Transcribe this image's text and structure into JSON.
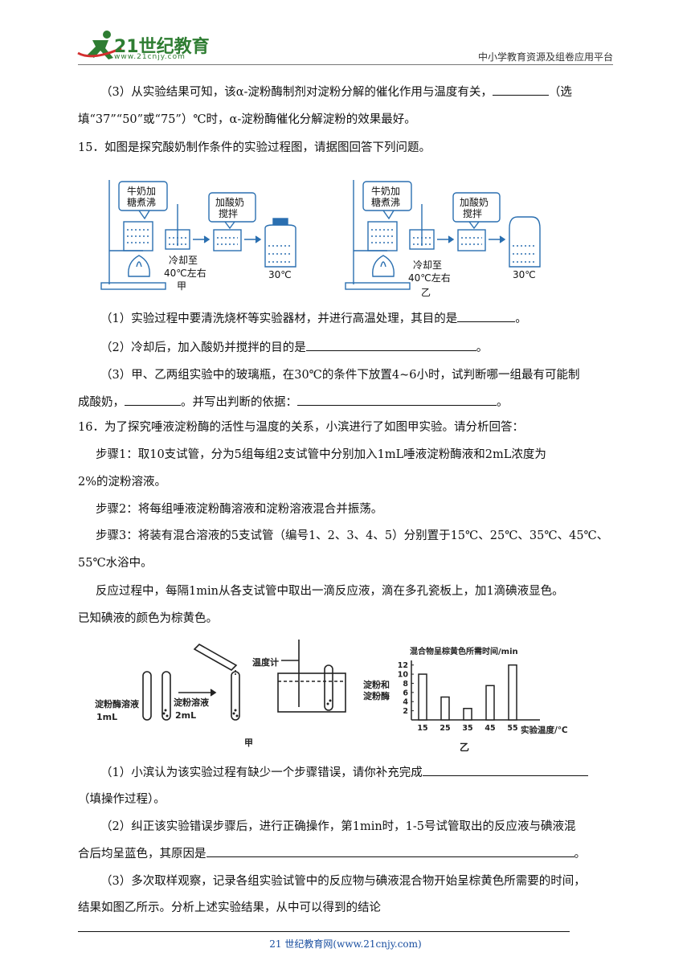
{
  "header": {
    "logo_main": "21世纪教育",
    "logo_sub": "www.21cnjy.com",
    "right_text": "中小学教育资源及组卷应用平台"
  },
  "q14": {
    "p3_line1_a": "（3）从实验结果可知，该α-淀粉酶制剂对淀粉分解的催化作用与温度有关，",
    "p3_line1_b": "（选",
    "p3_line2": "填“37”“50”或“75”）℃时，α-淀粉酶催化分解淀粉的效果最好。"
  },
  "q15": {
    "stem": "15．如图是探究酸奶制作条件的实验过程图，请据图回答下列问题。",
    "fig": {
      "jia": {
        "boil_label_1": "牛奶加",
        "boil_label_2": "糖煮沸",
        "add_label_1": "加酸奶",
        "add_label_2": "搅拌",
        "cool_1": "冷却至",
        "cool_2": "40℃左右",
        "temp": "30℃",
        "name": "甲"
      },
      "yi": {
        "boil_label_1": "牛奶加",
        "boil_label_2": "糖煮沸",
        "add_label_1": "加酸奶",
        "add_label_2": "搅拌",
        "cool_1": "冷却至",
        "cool_2": "40℃左右",
        "temp": "30℃",
        "name": "乙"
      }
    },
    "p1_a": "（1）实验过程中要清洗烧杯等实验器材，并进行高温处理，其目的是",
    "p1_b": "。",
    "p2_a": "（2）冷却后，加入酸奶并搅拌的目的是",
    "p2_b": "。",
    "p3_line1": "（3）甲、乙两组实验中的玻璃瓶，在30℃的条件下放置4~6小时，试判断哪一组最有可能制",
    "p3_line2_a": "成酸奶，",
    "p3_line2_b": "。并写出判断的依据：",
    "p3_line2_c": "。"
  },
  "q16": {
    "stem": "16．为了探究唾液淀粉酶的活性与温度的关系，小滨进行了如图甲实验。请分析回答：",
    "step1_line1": "步骤1：取10支试管，分为5组每组2支试管中分别加入1mL唾液淀粉酶液和2mL浓度为",
    "step1_line2": "2%的淀粉溶液。",
    "step2": "步骤2：将每组唾液淀粉酶溶液和淀粉溶液混合并振荡。",
    "step3_line1": "步骤3：将装有混合溶液的5支试管（编号1、2、3、4、5）分别置于15℃、25℃、35℃、45℃、",
    "step3_line2": "55℃水浴中。",
    "reaction_line1": "反应过程中，每隔1min从各支试管中取出一滴反应液，滴在多孔瓷板上，加1滴碘液显色。",
    "reaction_line2": "已知碘液的颜色为棕黄色。",
    "fig_jia": {
      "label_enzyme": "淀粉酶溶液",
      "label_enzyme_vol": "1mL",
      "label_starch": "淀粉溶液",
      "label_starch_vol": "2mL",
      "label_thermo": "温度计",
      "label_mix_1": "淀粉和",
      "label_mix_2": "淀粉酶",
      "name": "甲"
    },
    "p1_a": "（1）小滨认为该实验过程有缺少一个步骤错误，请你补充完成",
    "p1_line2": "（填操作过程）。",
    "p2_line1": "（2）纠正该实验错误步骤后，进行正确操作，第1min时，1-5号试管取出的反应液与碘液混",
    "p2_line2_a": "合后均呈蓝色，其原因是",
    "p2_line2_b": "。",
    "p3_line1": "（3）多次取样观察，记录各组实验试管中的反应物与碘液混合物开始呈棕黄色所需要的时间，",
    "p3_line2": "结果如图乙所示。分析上述实验结果，从中可以得到的结论"
  },
  "chart_data": {
    "type": "bar",
    "title": "混合物呈棕黄色所需时间/min",
    "xlabel": "实验温度/℃",
    "ylabel": "混合物呈棕黄色所需时间/min",
    "categories": [
      "15",
      "25",
      "35",
      "45",
      "55"
    ],
    "values": [
      10,
      5,
      2.5,
      7.5,
      12
    ],
    "yticks": [
      "2",
      "4",
      "6",
      "8",
      "10",
      "12"
    ],
    "ylim": [
      0,
      13
    ],
    "caption": "乙",
    "grid": false
  },
  "footer": {
    "text": "21 世纪教育网(www.21cnjy.com)"
  }
}
